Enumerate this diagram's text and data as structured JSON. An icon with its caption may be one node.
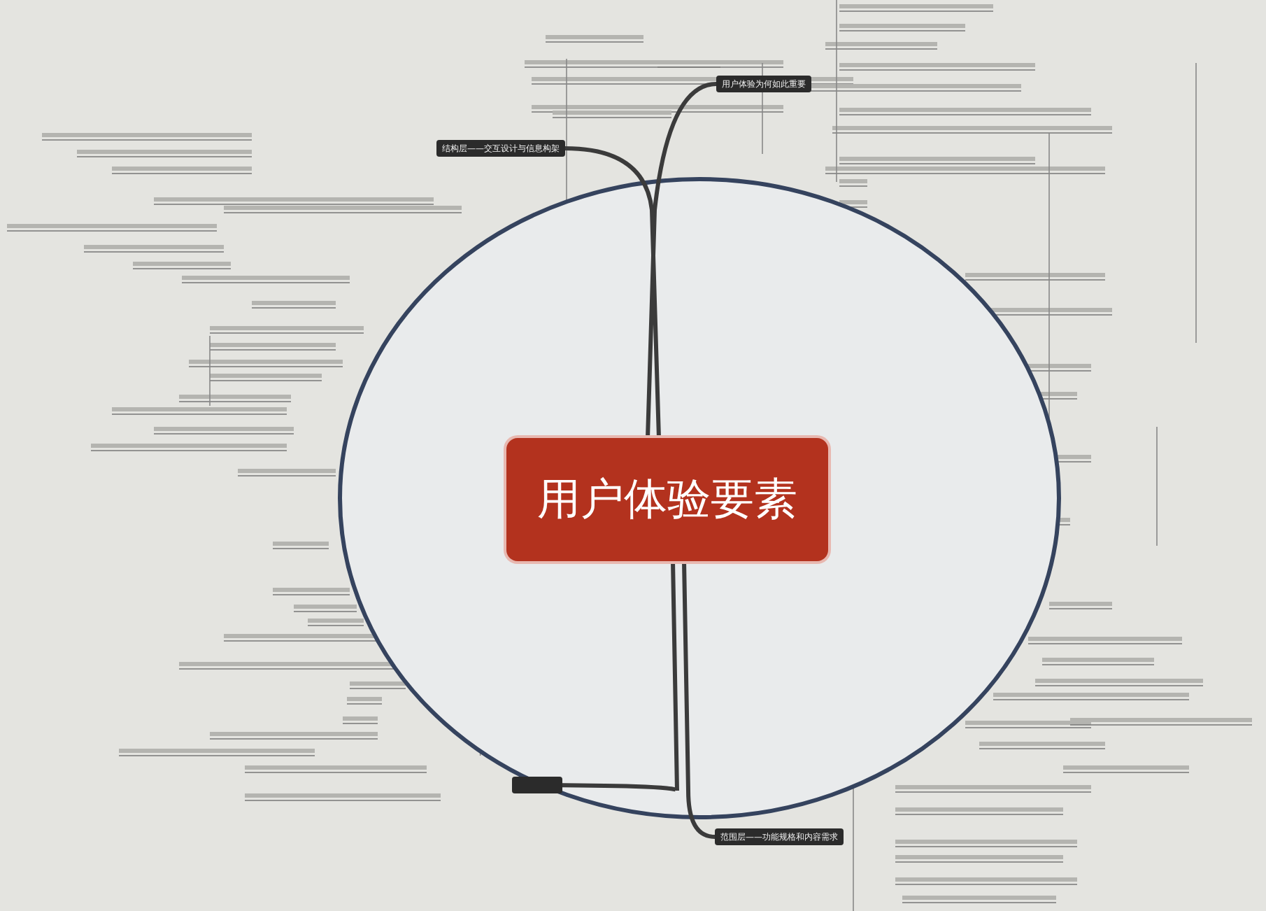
{
  "diagram": {
    "nodes": [
      {
        "text": [
          "用户体验要素"
        ]
      },
      {
        "text": [
          "用户体验为何如此重要"
        ]
      },
      {
        "text": [
          "结构层——交互设计与信息构架"
        ]
      },
      {
        "text": [],
        "shape": "box"
      },
      {
        "text": [
          "范围层——功能规格和内容需求"
        ]
      }
    ],
    "edges": [
      {
        "from": 0,
        "to": 1,
        "arrow": "none"
      },
      {
        "from": 0,
        "to": 2,
        "arrow": "none"
      },
      {
        "from": 0,
        "to": 3,
        "arrow": "none"
      },
      {
        "from": 0,
        "to": 4,
        "arrow": "none"
      }
    ]
  }
}
